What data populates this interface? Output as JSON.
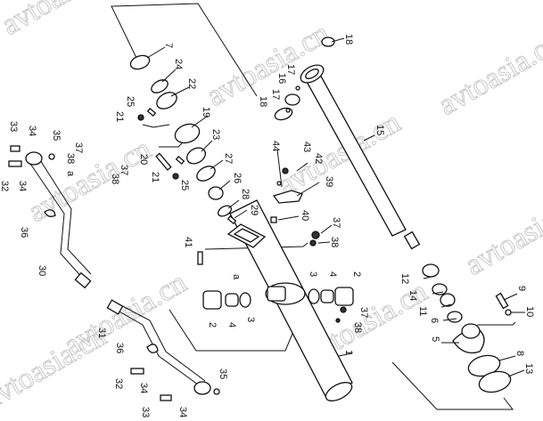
{
  "diagram": {
    "type": "exploded-parts-diagram",
    "watermark": "avtoasia.cn",
    "labels": [
      {
        "id": "7",
        "text": "7"
      },
      {
        "id": "24",
        "text": "24"
      },
      {
        "id": "22",
        "text": "22"
      },
      {
        "id": "25a",
        "text": "25"
      },
      {
        "id": "21a",
        "text": "21"
      },
      {
        "id": "19",
        "text": "19"
      },
      {
        "id": "23",
        "text": "23"
      },
      {
        "id": "20",
        "text": "20"
      },
      {
        "id": "21b",
        "text": "21"
      },
      {
        "id": "25b",
        "text": "25"
      },
      {
        "id": "27",
        "text": "27"
      },
      {
        "id": "26",
        "text": "26"
      },
      {
        "id": "28",
        "text": "28"
      },
      {
        "id": "29",
        "text": "29"
      },
      {
        "id": "18a",
        "text": "18"
      },
      {
        "id": "18b",
        "text": "18"
      },
      {
        "id": "17a",
        "text": "17"
      },
      {
        "id": "16",
        "text": "16"
      },
      {
        "id": "17b",
        "text": "17"
      },
      {
        "id": "15",
        "text": "15"
      },
      {
        "id": "44",
        "text": "44"
      },
      {
        "id": "43",
        "text": "43"
      },
      {
        "id": "42",
        "text": "42"
      },
      {
        "id": "39",
        "text": "39"
      },
      {
        "id": "40",
        "text": "40"
      },
      {
        "id": "37a",
        "text": "37"
      },
      {
        "id": "38a",
        "text": "38"
      },
      {
        "id": "41",
        "text": "41"
      },
      {
        "id": "a1",
        "text": "a"
      },
      {
        "id": "a2",
        "text": "a"
      },
      {
        "id": "33a",
        "text": "33"
      },
      {
        "id": "34a",
        "text": "34"
      },
      {
        "id": "35a",
        "text": "35"
      },
      {
        "id": "37b",
        "text": "37"
      },
      {
        "id": "38b",
        "text": "38"
      },
      {
        "id": "37c",
        "text": "37"
      },
      {
        "id": "38c",
        "text": "38"
      },
      {
        "id": "32a",
        "text": "32"
      },
      {
        "id": "34b",
        "text": "34"
      },
      {
        "id": "36a",
        "text": "36"
      },
      {
        "id": "30",
        "text": "30"
      },
      {
        "id": "2a",
        "text": "2"
      },
      {
        "id": "4a",
        "text": "4"
      },
      {
        "id": "3a",
        "text": "3"
      },
      {
        "id": "3b",
        "text": "3"
      },
      {
        "id": "4b",
        "text": "4"
      },
      {
        "id": "2b",
        "text": "2"
      },
      {
        "id": "37d",
        "text": "37"
      },
      {
        "id": "38d",
        "text": "38"
      },
      {
        "id": "1",
        "text": "1"
      },
      {
        "id": "31",
        "text": "31"
      },
      {
        "id": "36b",
        "text": "36"
      },
      {
        "id": "32b",
        "text": "32"
      },
      {
        "id": "34c",
        "text": "34"
      },
      {
        "id": "35b",
        "text": "35"
      },
      {
        "id": "33b",
        "text": "33"
      },
      {
        "id": "34d",
        "text": "34"
      },
      {
        "id": "12",
        "text": "12"
      },
      {
        "id": "14",
        "text": "14"
      },
      {
        "id": "11",
        "text": "11"
      },
      {
        "id": "6",
        "text": "6"
      },
      {
        "id": "5",
        "text": "5"
      },
      {
        "id": "9",
        "text": "9"
      },
      {
        "id": "10",
        "text": "10"
      },
      {
        "id": "8",
        "text": "8"
      },
      {
        "id": "13",
        "text": "13"
      }
    ]
  }
}
